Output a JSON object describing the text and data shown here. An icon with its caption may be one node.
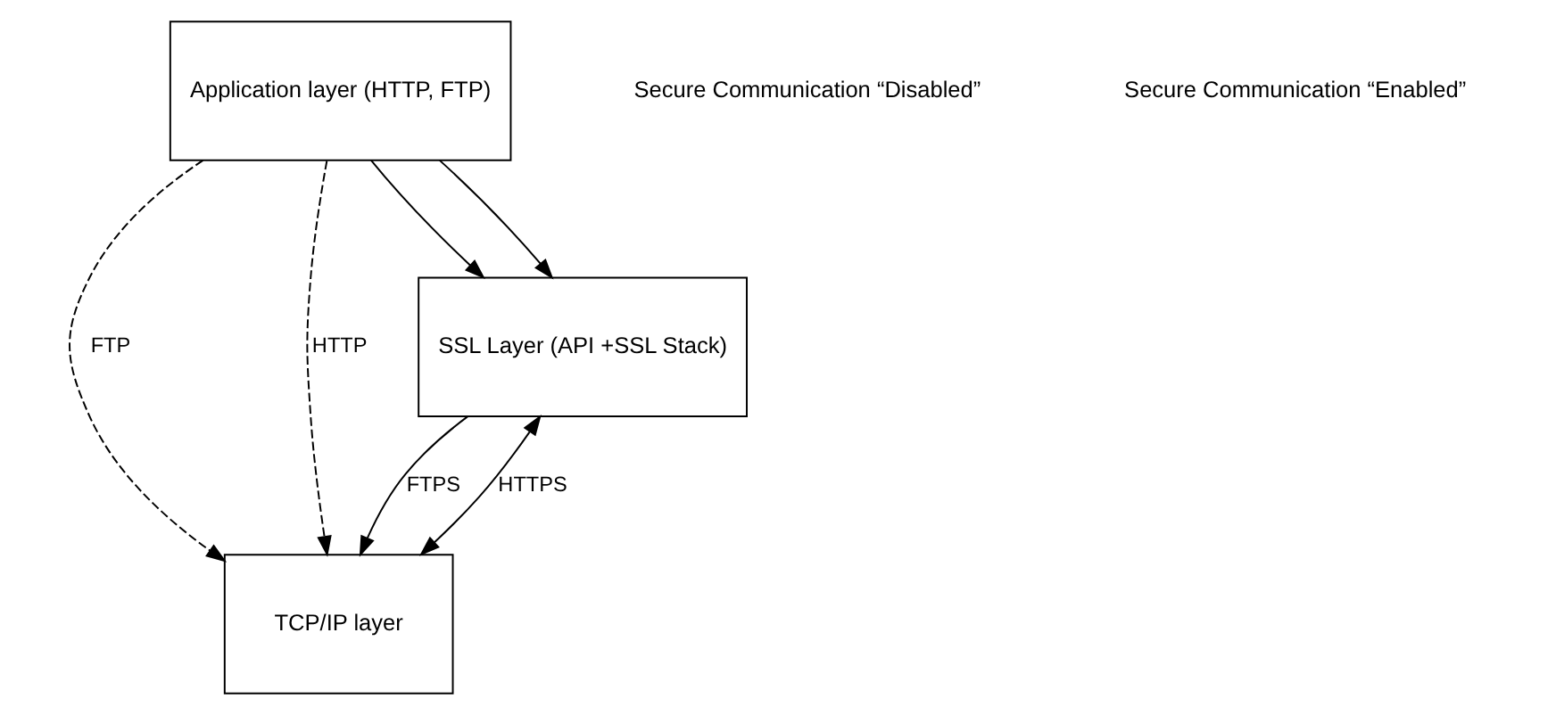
{
  "diagram": {
    "nodes": [
      {
        "text": [
          "Application layer (HTTP, FTP)"
        ]
      },
      {
        "text": [
          "TCP/IP layer"
        ]
      },
      {
        "text": [
          "SSL Layer (API +SSL Stack)"
        ]
      }
    ],
    "edges": [
      {
        "from": 0,
        "to": 1,
        "arrow": "to",
        "label": "FTP",
        "style": "dashed"
      },
      {
        "from": 0,
        "to": 1,
        "arrow": "to",
        "label": "HTTP",
        "style": "dashed"
      },
      {
        "from": 0,
        "to": 2,
        "arrow": "to"
      },
      {
        "from": 0,
        "to": 2,
        "arrow": "to"
      },
      {
        "from": 2,
        "to": 1,
        "arrow": "to",
        "label": "FTPS"
      },
      {
        "from": 2,
        "to": 1,
        "arrow": "both",
        "label": "HTTPS"
      }
    ],
    "labels": [
      "Secure Communication “Disabled”",
      "Secure Communication “Enabled”"
    ]
  }
}
